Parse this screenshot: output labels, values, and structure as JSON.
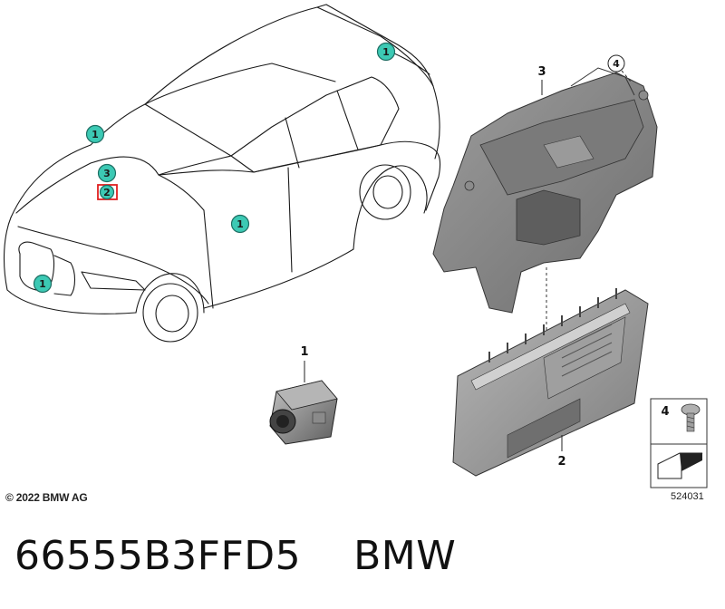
{
  "callouts": [
    {
      "id": "car-callout-1-roof",
      "label": "1"
    },
    {
      "id": "car-callout-1-windshield",
      "label": "1"
    },
    {
      "id": "car-callout-3-mount",
      "label": "3"
    },
    {
      "id": "car-callout-2-unit",
      "label": "2"
    },
    {
      "id": "car-callout-1-door",
      "label": "1"
    },
    {
      "id": "car-callout-1-grille",
      "label": "1"
    }
  ],
  "parts": {
    "camera": "1",
    "control_unit": "2",
    "bracket": "3",
    "clip": "4",
    "screw": "4"
  },
  "copyright": "© 2022 BMW AG",
  "diagram_number": "524031",
  "caption": "66555B3FFD5    BMW",
  "colors": {
    "callout_fill": "#3cc9b4",
    "highlight_box": "#e02020",
    "part_gray": "#8a8a8a"
  }
}
